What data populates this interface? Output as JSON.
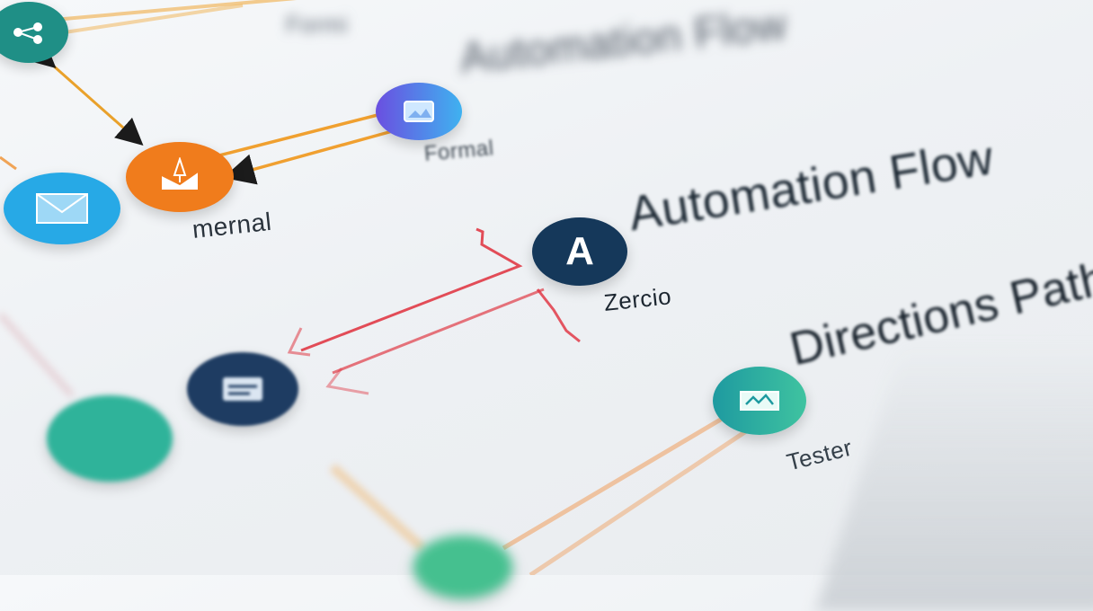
{
  "diagram": {
    "labels": {
      "top_left_caption": "Formi",
      "top_heading": "Automation Flow",
      "formal": "Formal",
      "internal": "mernal",
      "automation_title": "Automation Flow",
      "zendo": "Zercio",
      "directions": "Directions Path",
      "tester": "Tester"
    },
    "nodes": {
      "automation_letter": "A"
    },
    "colors": {
      "teal": "#1f8f86",
      "orange": "#f07c1c",
      "blue": "#27a9e6",
      "navy": "#15385a",
      "purple_blue": "#5b6fe8",
      "green_teal": "#2fb39a",
      "arrow_orange": "#f0a030",
      "arrow_red": "#e03040"
    }
  }
}
